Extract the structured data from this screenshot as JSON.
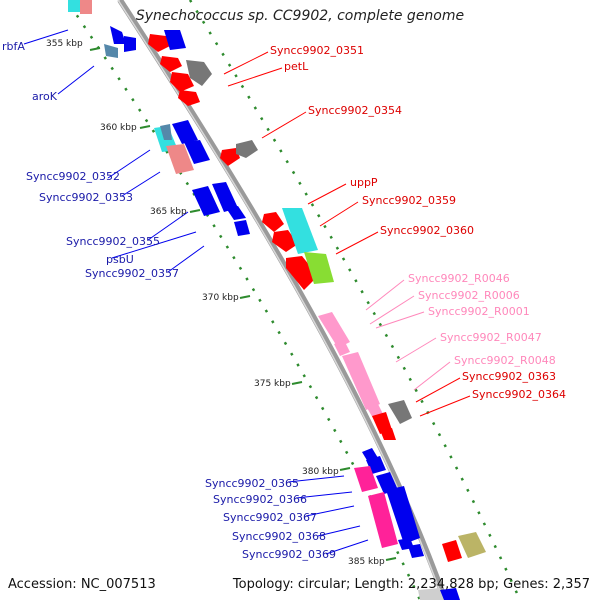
{
  "title": "Synechococcus sp. CC9902, complete genome",
  "footer": {
    "accession": "Accession: NC_007513",
    "summary": "Topology: circular; Length: 2,234,828 bp; Genes: 2,357"
  },
  "ticks": [
    "355 kbp",
    "360 kbp",
    "365 kbp",
    "370 kbp",
    "375 kbp",
    "380 kbp",
    "385 kbp"
  ],
  "left_labels": [
    "rbfA",
    "aroK",
    "Syncc9902_0352",
    "Syncc9902_0353",
    "Syncc9902_0355",
    "psbU",
    "Syncc9902_0357",
    "Syncc9902_0365",
    "Syncc9902_0366",
    "Syncc9902_0367",
    "Syncc9902_0368",
    "Syncc9902_0369"
  ],
  "right_labels": [
    "Syncc9902_0351",
    "petL",
    "Syncc9902_0354",
    "uppP",
    "Syncc9902_0359",
    "Syncc9902_0360",
    "Syncc9902_R0046",
    "Syncc9902_R0006",
    "Syncc9902_R0001",
    "Syncc9902_R0047",
    "Syncc9902_R0048",
    "Syncc9902_0363",
    "Syncc9902_0364"
  ],
  "colors": {
    "backbone": "#9a9a9a",
    "tick_dots": "#2e8b2e",
    "cds_forward": "#ff0000",
    "cds_reverse": "#0000ee",
    "rna": "#ff99cc",
    "rna_label": "#ff88bb",
    "gray_feature": "#777777",
    "cyan_feature": "#33e0e0",
    "green_feature": "#88dd33",
    "pink_feature": "#ff66aa",
    "magenta_feature": "#ff2299",
    "olive_feature": "#bbb466",
    "steel_feature": "#5588aa",
    "salmon_feature": "#ee8888"
  }
}
